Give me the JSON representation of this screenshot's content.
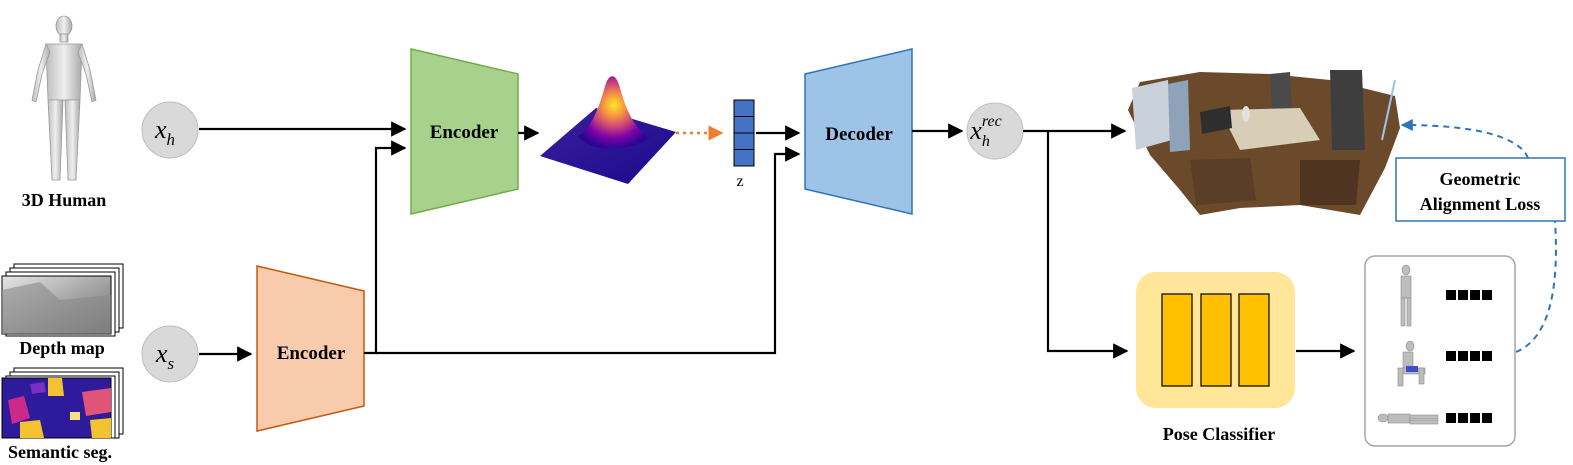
{
  "labels": {
    "human": "3D Human",
    "depth": "Depth map",
    "semantic": "Semantic seg.",
    "encoder_top": "Encoder",
    "encoder_bottom": "Encoder",
    "decoder": "Decoder",
    "z": "z",
    "pose_classifier": "Pose Classifier",
    "geo_line1": "Geometric",
    "geo_line2": "Alignment Loss"
  },
  "math": {
    "xh_base": "x",
    "xh_sub": "h",
    "xs_base": "x",
    "xs_sub": "s",
    "xrec_base": "x",
    "xrec_sub": "h",
    "xrec_sup": "rec"
  },
  "colors": {
    "encoder_top_fill": "#a9d18e",
    "encoder_top_stroke": "#70ad47",
    "encoder_bottom_fill": "#f8cbad",
    "encoder_bottom_stroke": "#c55a11",
    "decoder_fill": "#9dc3e6",
    "decoder_stroke": "#2e75b6",
    "latent_fill": "#4472c4",
    "classifier_bg": "#ffe699",
    "classifier_bar": "#ffc000",
    "arrow": "#000000",
    "dashed_orange": "#ed7d31",
    "dashed_blue": "#2e75b6",
    "node_fill": "#d9d9d9"
  }
}
